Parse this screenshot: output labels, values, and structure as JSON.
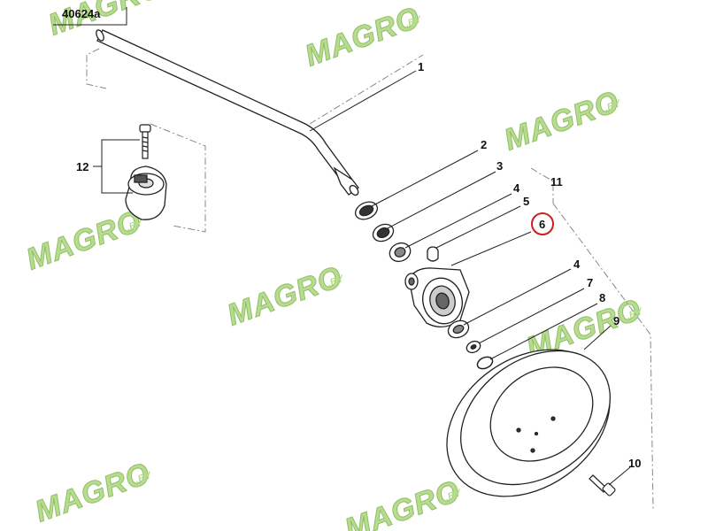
{
  "figure": {
    "id": "40624a",
    "highlighted_callout": "6",
    "highlight_color": "#cc1f1f"
  },
  "callouts": [
    "1",
    "2",
    "3",
    "4",
    "5",
    "6",
    "4",
    "7",
    "8",
    "9",
    "10",
    "11",
    "12"
  ],
  "watermark": {
    "text": "MAGRO",
    "suffix": ".BY",
    "color": "#a9d67a"
  }
}
